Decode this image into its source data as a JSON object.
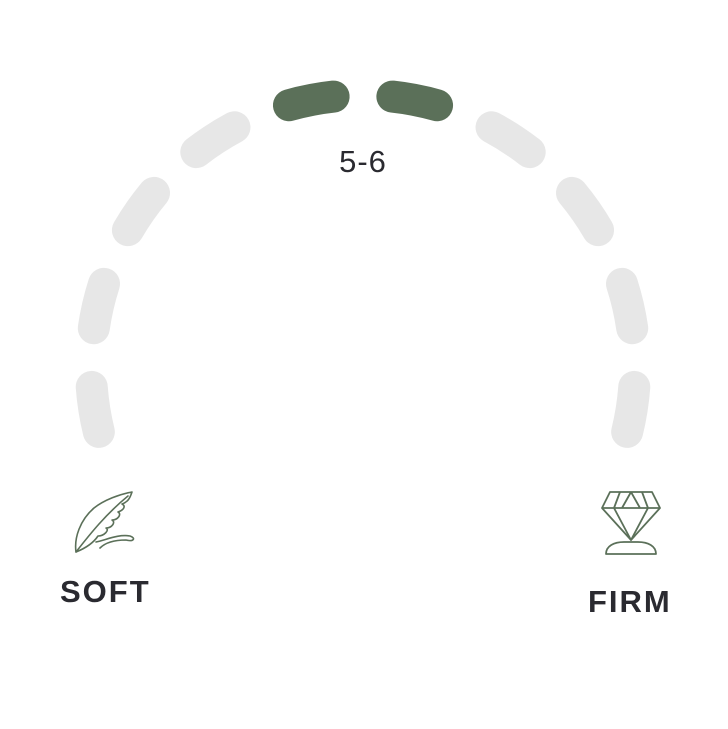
{
  "gauge": {
    "value_label": "5-6",
    "segment_count": 10,
    "active_segments": [
      5,
      6
    ],
    "active_color": "#5b7059",
    "inactive_color": "#e7e7e7"
  },
  "scale": {
    "min_label": "SOFT",
    "max_label": "FIRM",
    "min_icon": "feather-icon",
    "max_icon": "diamond-icon"
  }
}
